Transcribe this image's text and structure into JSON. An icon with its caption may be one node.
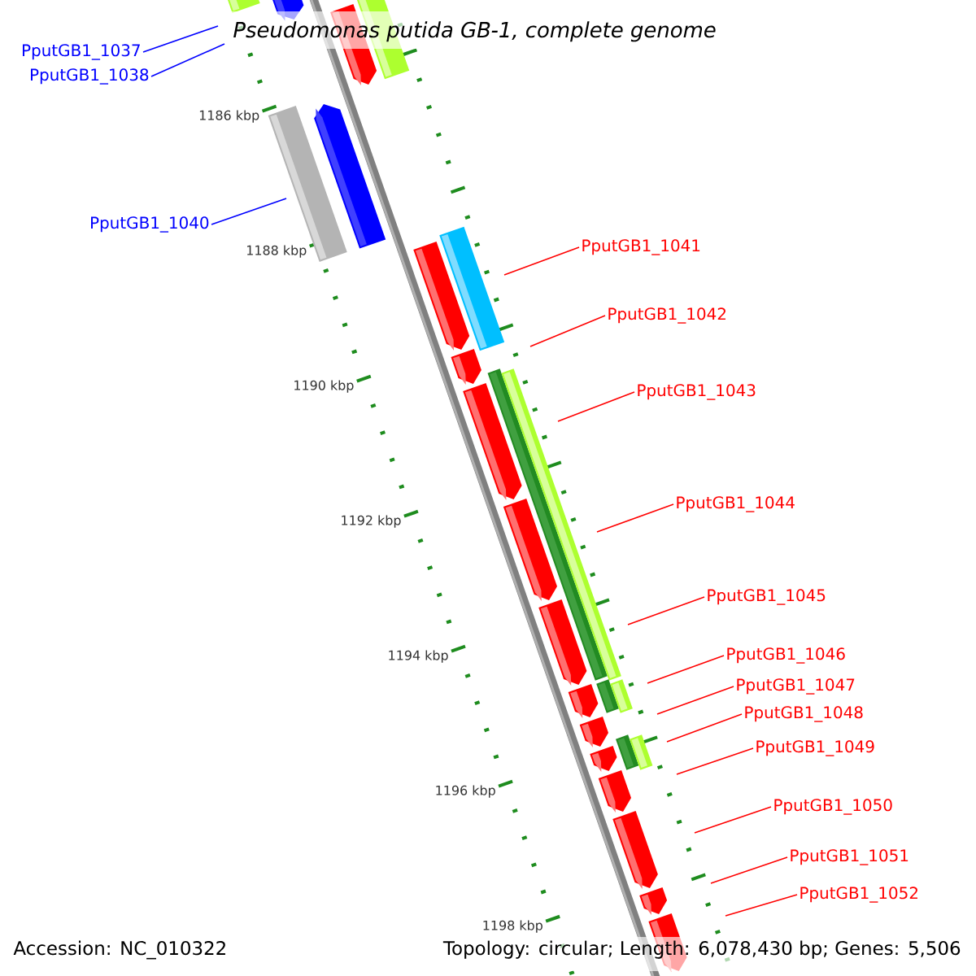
{
  "diagram": {
    "title": "Pseudomonas putida GB-1, complete genome",
    "nodes": [
      {
        "text": [
          "PputGB1_1037"
        ]
      },
      {
        "text": [
          "PputGB1_1038"
        ]
      },
      {
        "text": [
          "PputGB1_1040"
        ]
      },
      {
        "text": [
          "PputGB1_1041"
        ]
      },
      {
        "text": [
          "PputGB1_1042"
        ]
      },
      {
        "text": [
          "PputGB1_1043"
        ]
      },
      {
        "text": [
          "PputGB1_1044"
        ]
      },
      {
        "text": [
          "PputGB1_1045"
        ]
      },
      {
        "text": [
          "PputGB1_1046"
        ]
      },
      {
        "text": [
          "PputGB1_1047"
        ]
      },
      {
        "text": [
          "PputGB1_1048"
        ]
      },
      {
        "text": [
          "PputGB1_1049"
        ]
      },
      {
        "text": [
          "PputGB1_1050"
        ]
      },
      {
        "text": [
          "PputGB1_1051"
        ]
      },
      {
        "text": [
          "PputGB1_1052"
        ]
      }
    ],
    "edges": [
      {
        "from": 0,
        "to": null,
        "arrow": "none",
        "color": "#0000ff"
      },
      {
        "from": 1,
        "to": null,
        "arrow": "none",
        "color": "#0000ff"
      },
      {
        "from": 2,
        "to": null,
        "arrow": "none",
        "color": "#0000ff"
      },
      {
        "from": 3,
        "to": null,
        "arrow": "none"
      },
      {
        "from": 4,
        "to": null,
        "arrow": "none"
      },
      {
        "from": 5,
        "to": null,
        "arrow": "none"
      },
      {
        "from": 6,
        "to": null,
        "arrow": "none"
      },
      {
        "from": 7,
        "to": null,
        "arrow": "none"
      },
      {
        "from": 8,
        "to": null,
        "arrow": "none"
      },
      {
        "from": 9,
        "to": null,
        "arrow": "none"
      },
      {
        "from": 10,
        "to": null,
        "arrow": "none"
      },
      {
        "from": 11,
        "to": null,
        "arrow": "none"
      },
      {
        "from": 12,
        "to": null,
        "arrow": "none"
      },
      {
        "from": 13,
        "to": null,
        "arrow": "none"
      },
      {
        "from": 14,
        "to": null,
        "arrow": "none"
      }
    ],
    "labels": [
      "1186 kbp",
      "1188 kbp",
      "1190 kbp",
      "1192 kbp",
      "1194 kbp",
      "1196 kbp",
      "1198 kbp",
      "Accession: NC_010322",
      "Topology: circular; Length: 6,078,430 bp; Genes: 5,506"
    ]
  }
}
